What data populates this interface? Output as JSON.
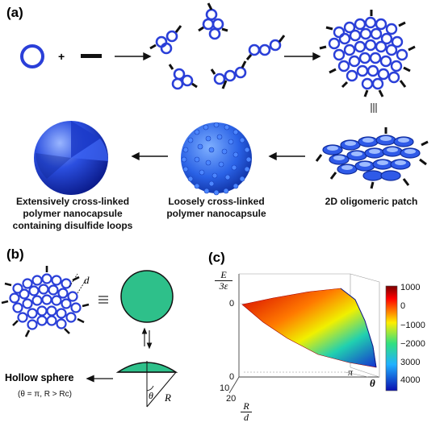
{
  "panel_a": {
    "label": "(a)",
    "plus": "+",
    "equiv": "≡",
    "captions": {
      "extensive": [
        "Extensively cross-linked",
        "polymer nanocapsule",
        "containing disulfide loops"
      ],
      "loose": [
        "Loosely cross-linked",
        "polymer nanocapsule"
      ],
      "patch": "2D oligomeric patch"
    }
  },
  "panel_b": {
    "label": "(b)",
    "d_label": "d",
    "equiv": "≡",
    "hollow_sphere": "Hollow sphere",
    "condition": "(θ = π, R > Rc)",
    "theta": "θ",
    "R": "R"
  },
  "panel_c": {
    "label": "(c)",
    "z_axis_num": "E",
    "z_axis_den": "3ε",
    "z_ticks": [
      "0",
      "0"
    ],
    "r_ticks": [
      "10",
      "20"
    ],
    "r_axis_num": "R",
    "r_axis_den": "d",
    "theta_tick": "π",
    "theta_axis": "θ",
    "colorbar_ticks": [
      "1000",
      "0",
      "−1000",
      "−2000",
      "3000",
      "4000"
    ],
    "colors": {
      "high": "#d40000",
      "mid": "#e0e000",
      "low": "#1530d0"
    }
  }
}
